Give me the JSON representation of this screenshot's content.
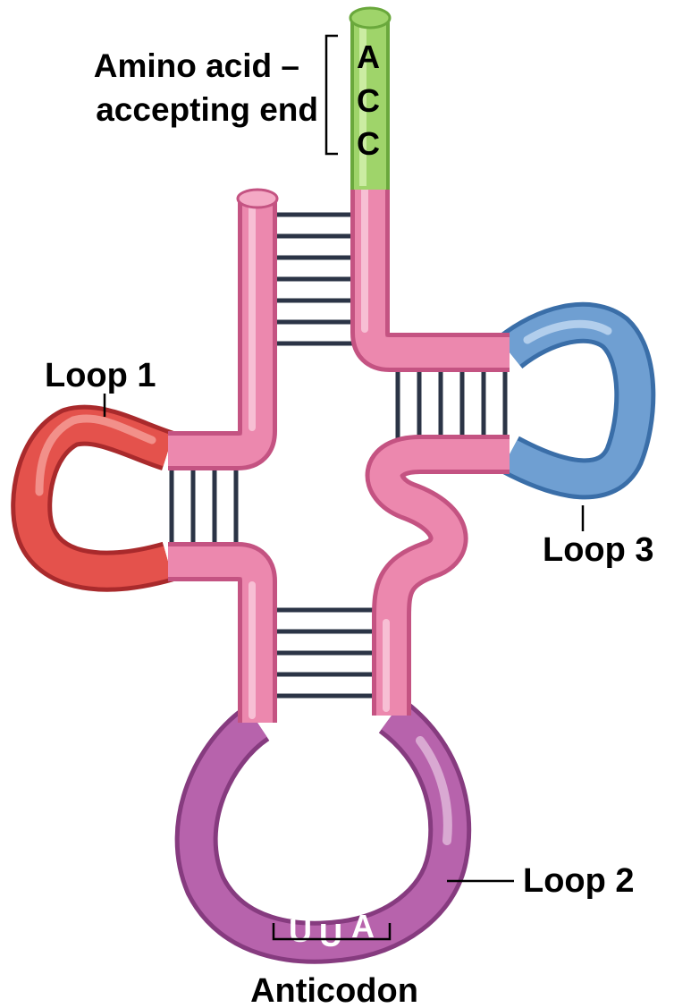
{
  "labels": {
    "amino_line1": "Amino acid –",
    "amino_line2": "accepting end",
    "loop1": "Loop 1",
    "loop2": "Loop 2",
    "loop3": "Loop 3",
    "anticodon": "Anticodon"
  },
  "acceptor_nucleotides": [
    "A",
    "C",
    "C"
  ],
  "anticodon_nucleotides": [
    "U",
    "U",
    "A"
  ],
  "colors": {
    "stem": "#e6739e",
    "acceptor_end": "#8fc85a",
    "loop1": "#d9433f",
    "loop2": "#a3489a",
    "loop3": "#4f86c0",
    "base_pairs": "#2b3446"
  }
}
